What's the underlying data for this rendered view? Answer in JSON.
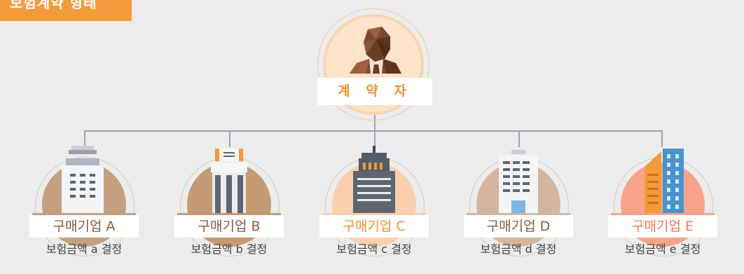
{
  "title": "보험계약 형태",
  "contractor": {
    "label": "계 약 자",
    "icon": "person-icon"
  },
  "colors": {
    "accent": "#f39a3a",
    "connector": "#9da4ad",
    "label_brown": "#8a5a3a",
    "label_orange": "#f0902e",
    "label_salmon": "#f07a5a"
  },
  "companies": [
    {
      "label": "구매기업 A",
      "decision": "보험금액 a 결정",
      "icon": "office-building-icon"
    },
    {
      "label": "구매기업 B",
      "decision": "보험금액 b 결정",
      "icon": "column-building-icon"
    },
    {
      "label": "구매기업 C",
      "decision": "보험금액 c 결정",
      "icon": "tower-building-icon"
    },
    {
      "label": "구매기업 D",
      "decision": "보험금액 d 결정",
      "icon": "apartment-building-icon"
    },
    {
      "label": "구매기업 E",
      "decision": "보험금액 e 결정",
      "icon": "skyscraper-icon"
    }
  ]
}
